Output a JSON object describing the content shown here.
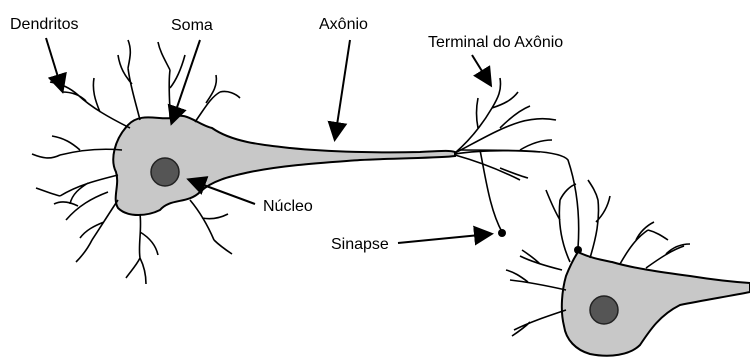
{
  "diagram": {
    "labels": {
      "dendrites": "Dendritos",
      "soma": "Soma",
      "axon": "Axônio",
      "axon_terminal": "Terminal do Axônio",
      "nucleus": "Núcleo",
      "synapse": "Sinapse"
    },
    "colors": {
      "cell_fill": "#c8c8c8",
      "nucleus_fill": "#555555",
      "stroke": "#000000",
      "background": "#ffffff"
    }
  }
}
